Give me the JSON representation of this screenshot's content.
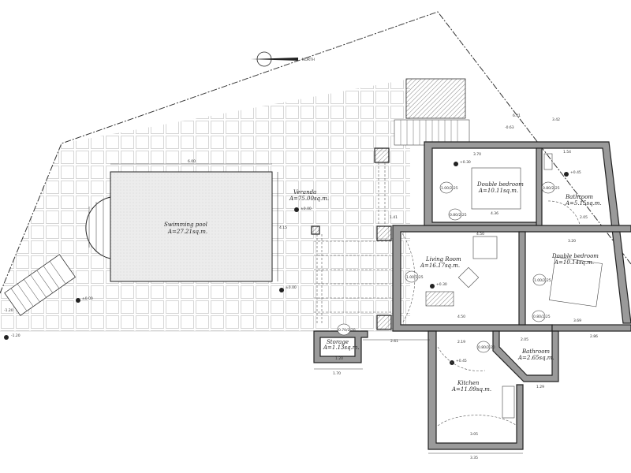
{
  "north_label": "NORTH",
  "rooms": {
    "pool": {
      "name": "Swimming pool",
      "area": "A=27.21sq.m."
    },
    "veranda": {
      "name": "Veranda",
      "area": "A=75.00sq.m."
    },
    "bedroom1": {
      "name": "Double bedroom",
      "area": "A=10.11sq.m."
    },
    "bathroom1": {
      "name": "Bathroom",
      "area": "A=5.15sq.m."
    },
    "living": {
      "name": "Living Room",
      "area": "A=16.17sq.m."
    },
    "bedroom2": {
      "name": "Double bedroom",
      "area": "A=10.14sq.m."
    },
    "storage": {
      "name": "Storage",
      "area": "A=1.13sq.m."
    },
    "bathroom2": {
      "name": "Bathroom",
      "area": "A=2.65sq.m."
    },
    "kitchen": {
      "name": "Kitchen",
      "area": "A=11.09sq.m."
    }
  },
  "dimensions": {
    "pool_width": "6.00",
    "pool_height": "4.15",
    "living_top": "4.50",
    "living_bottom": "4.50",
    "bed1_width": "3.70",
    "bed1_bed": "4.36",
    "bed2_top": "3.20",
    "bed2_bottom": "3.69",
    "top_total": "6.41",
    "top_right": "3.42",
    "bath1_top": "1.54",
    "bath1_bottom": "2.05",
    "storage_inner": "1.20",
    "storage_outer": "1.70",
    "terrace_span": "2.61",
    "kitchen_top": "2.19",
    "kitchen_inner": "3.05",
    "kitchen_outer": "3.35",
    "bath2_top": "2.05",
    "bath2_bottom": "1.29",
    "right_span": "2.86",
    "left_small": "1.41"
  },
  "levels": {
    "veranda": "±0.00",
    "pool_side": "±0.00",
    "lawn": "±0.00",
    "living": "+0.30",
    "bedroom1": "+0.30",
    "bathroom1": "+0.45",
    "kitchen": "+0.45",
    "steps": "-0.63",
    "stairs1": "-1.20",
    "stairs2": "-1.20"
  },
  "doors": {
    "d1": "1.00/2.25",
    "d2": "0.80/2.25",
    "d3": "0.80/2.25",
    "d4": "1.00/2.25",
    "d5": "1.00/2.25",
    "d6": "0.80/2.25",
    "d7": "0.70/2.20",
    "d8": "0.80/2.20"
  }
}
